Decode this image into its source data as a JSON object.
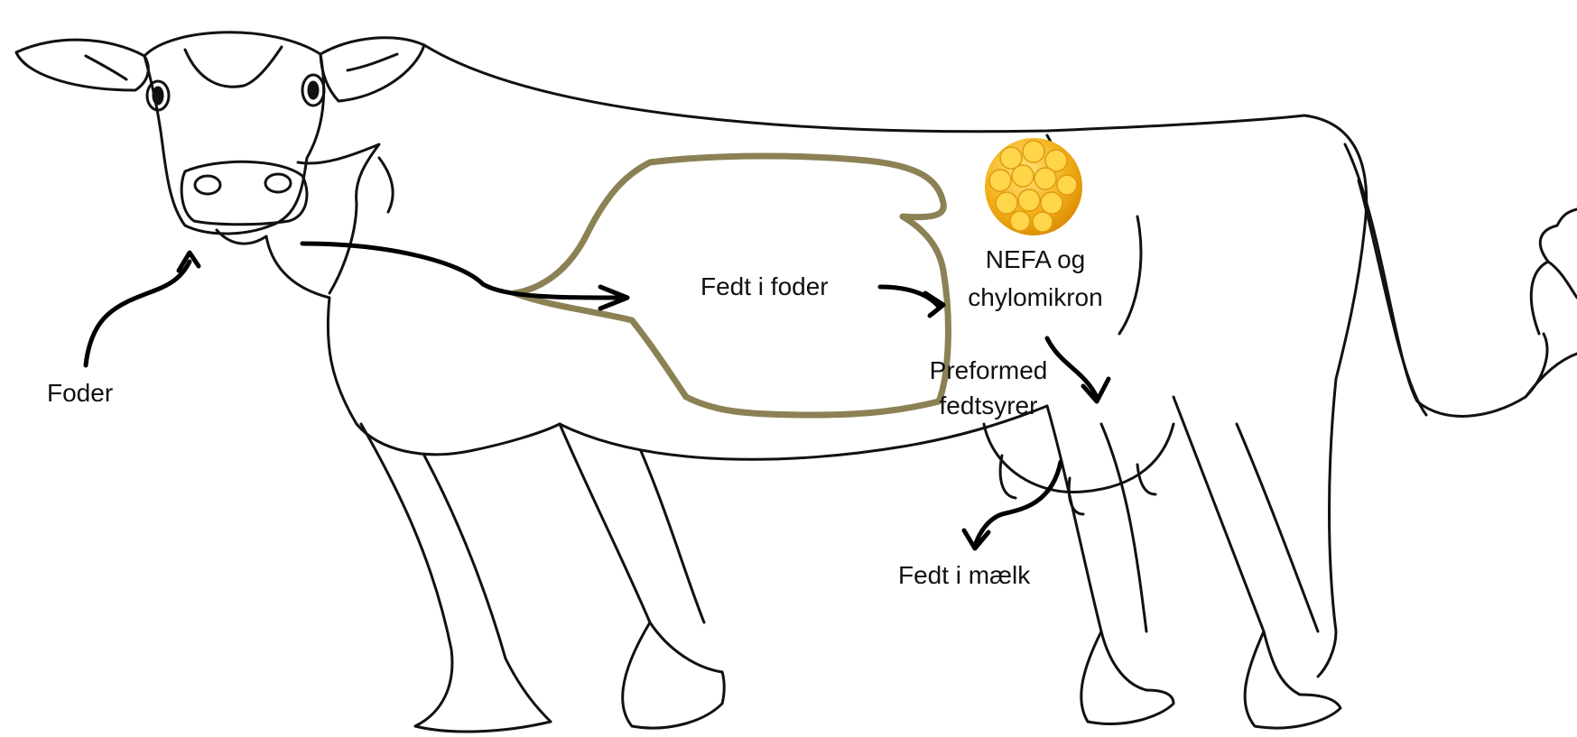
{
  "labels": {
    "foder": "Foder",
    "fedt_i_foder": "Fedt i foder",
    "nefa_line1": "NEFA og",
    "nefa_line2": "chylomikron",
    "preformed_line1": "Preformed",
    "preformed_line2": "fedtsyrer",
    "fedt_i_maelk": "Fedt i mælk"
  },
  "colors": {
    "outline": "#111111",
    "rumen": "#8c8155",
    "fat_globule": "#f4b21b",
    "arrow": "#000000"
  },
  "icons": {
    "fat_globule": "fat-globule-icon",
    "animal": "cow-outline"
  }
}
